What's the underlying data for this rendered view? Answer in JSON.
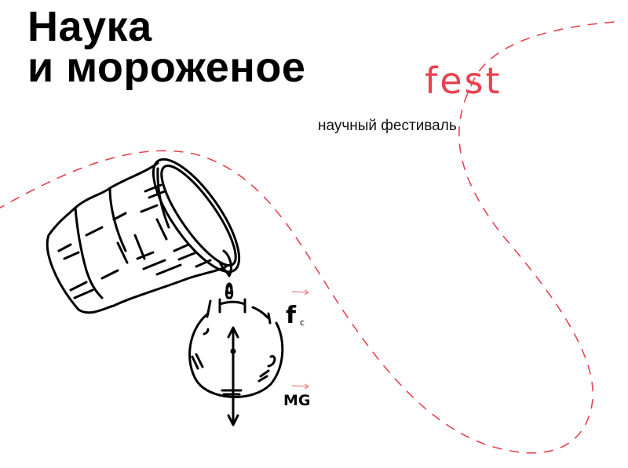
{
  "header": {
    "title_line1": "Наука",
    "title_line2": "и мороженое",
    "fest_label": "fest",
    "subtitle": "научный фестиваль"
  },
  "illustration": {
    "force_label_1": "f",
    "force_label_1_sub": "c",
    "force_label_2": "MG"
  },
  "colors": {
    "accent": "#e8424f",
    "text": "#000000",
    "background": "#ffffff"
  }
}
